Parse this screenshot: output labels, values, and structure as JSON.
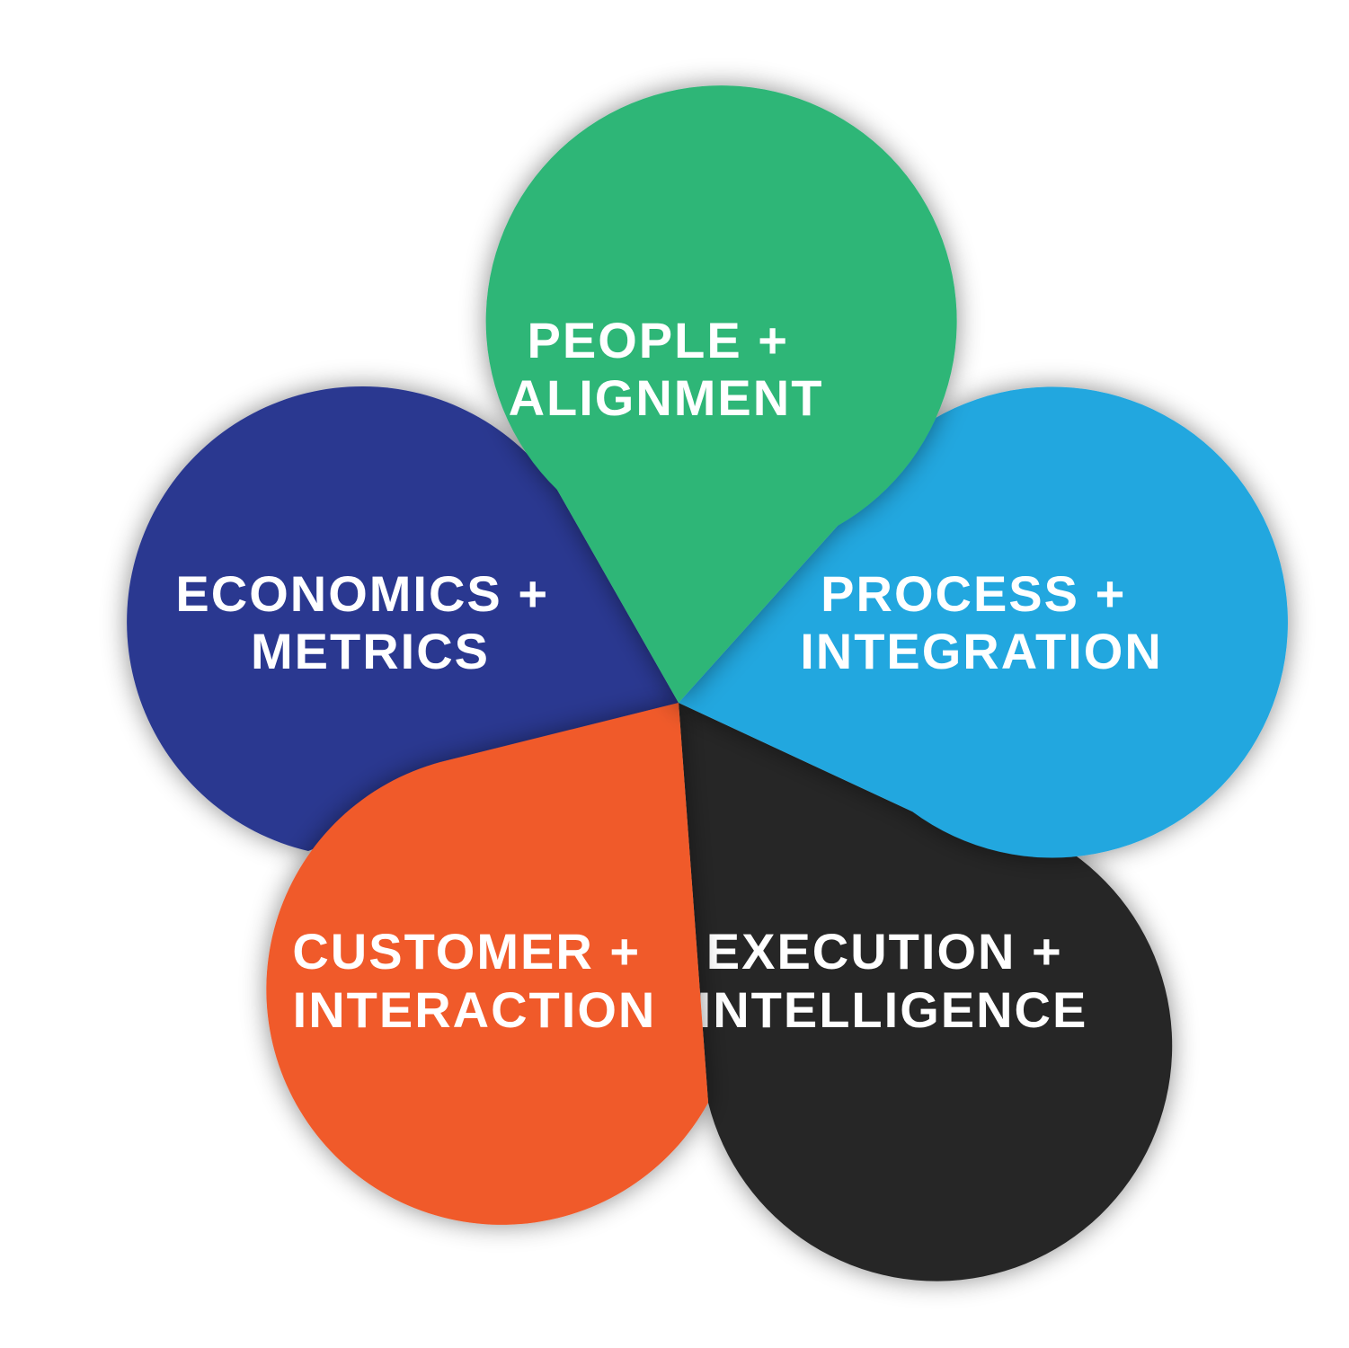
{
  "diagram": {
    "background": "#ffffff",
    "petals": [
      {
        "id": "economics",
        "line1": "ECONOMICS +",
        "line2": "METRICS",
        "color": "#2a3990"
      },
      {
        "id": "execution",
        "line1": "EXECUTION +",
        "line2": "INTELLIGENCE",
        "color": "#262626"
      },
      {
        "id": "customer",
        "line1": "CUSTOMER +",
        "line2": "INTERACTION",
        "color": "#f05a2a"
      },
      {
        "id": "process",
        "line1": "PROCESS +",
        "line2": "INTEGRATION",
        "color": "#22a7df"
      },
      {
        "id": "people",
        "line1": "PEOPLE +",
        "line2": "ALIGNMENT",
        "color": "#2db677"
      }
    ]
  }
}
